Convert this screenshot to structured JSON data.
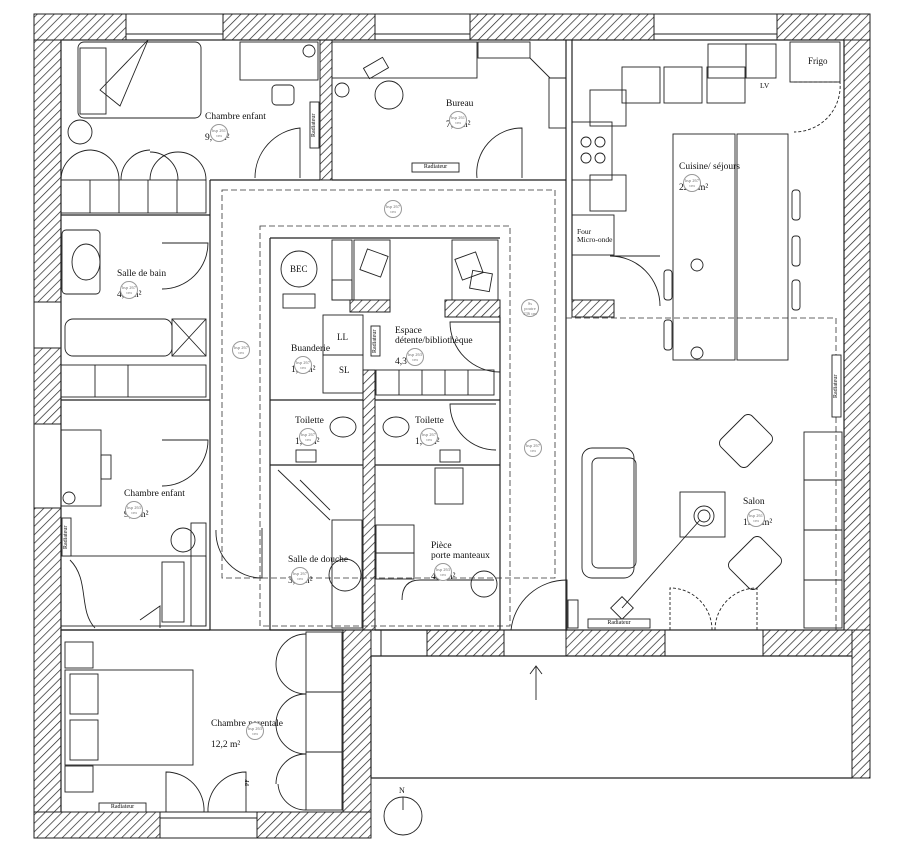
{
  "rooms": {
    "chambre_enfant_1": {
      "name": "Chambre enfant",
      "area": "9,6 m²",
      "height": "hsp\n261 cm"
    },
    "bureau": {
      "name": "Bureau",
      "area": "7,4 m²",
      "height": "hsp\n261 cm"
    },
    "cuisine": {
      "name": "Cuisine/ séjours",
      "area": "22,7 m²",
      "height": "hsp\n267 cm"
    },
    "salle_de_bain": {
      "name": "Salle de bain",
      "area": "4,9 m²",
      "height": "hsp\n267 cm"
    },
    "espace_detente": {
      "name": "Espace\ndétente/bibliothèque",
      "area": "4,3 m²",
      "height": "hsp\n263 cm"
    },
    "buanderie": {
      "name": "Buanderie",
      "area": "1,9 m²",
      "height": "hsp\n267 cm"
    },
    "toilette_1": {
      "name": "Toilette",
      "area": "1,3 m²",
      "height": "hsp\n267 cm"
    },
    "toilette_2": {
      "name": "Toilette",
      "area": "1,9 m²",
      "height": "hsp\n267 cm"
    },
    "chambre_enfant_2": {
      "name": "Chambre enfant",
      "area": "9,2 m²",
      "height": "hsp\n263 cm"
    },
    "salon": {
      "name": "Salon",
      "area": "15,8 m²",
      "height": "hsp\n261 cm"
    },
    "salle_de_douche": {
      "name": "Salle de douche",
      "area": "3,3 m²",
      "height": "hsp\n267 cm"
    },
    "piece_manteaux": {
      "name": "Pièce\nporte manteaux",
      "area": "4,6 m²",
      "height": "hsp\n263 cm"
    },
    "chambre_parentale": {
      "name": "Chambre parentale",
      "area": "12,2 m²",
      "height": "hsp\n263 cm"
    }
  },
  "extra_heights": {
    "hall_top": "hsp\n267 cm",
    "hall_left": "hsp\n267 cm",
    "hall_right": "hsp\n267 cm",
    "sous_poutre": "Ss poutre\n236 cm"
  },
  "appliances": {
    "frigo": "Frigo",
    "lv": "LV",
    "four": "Four\nMicro-onde",
    "bec": "BEC",
    "ll": "LL",
    "sl": "SL"
  },
  "radiator_label": "Radiateur",
  "door_codes": {
    "pf": "PF"
  },
  "compass": "N"
}
